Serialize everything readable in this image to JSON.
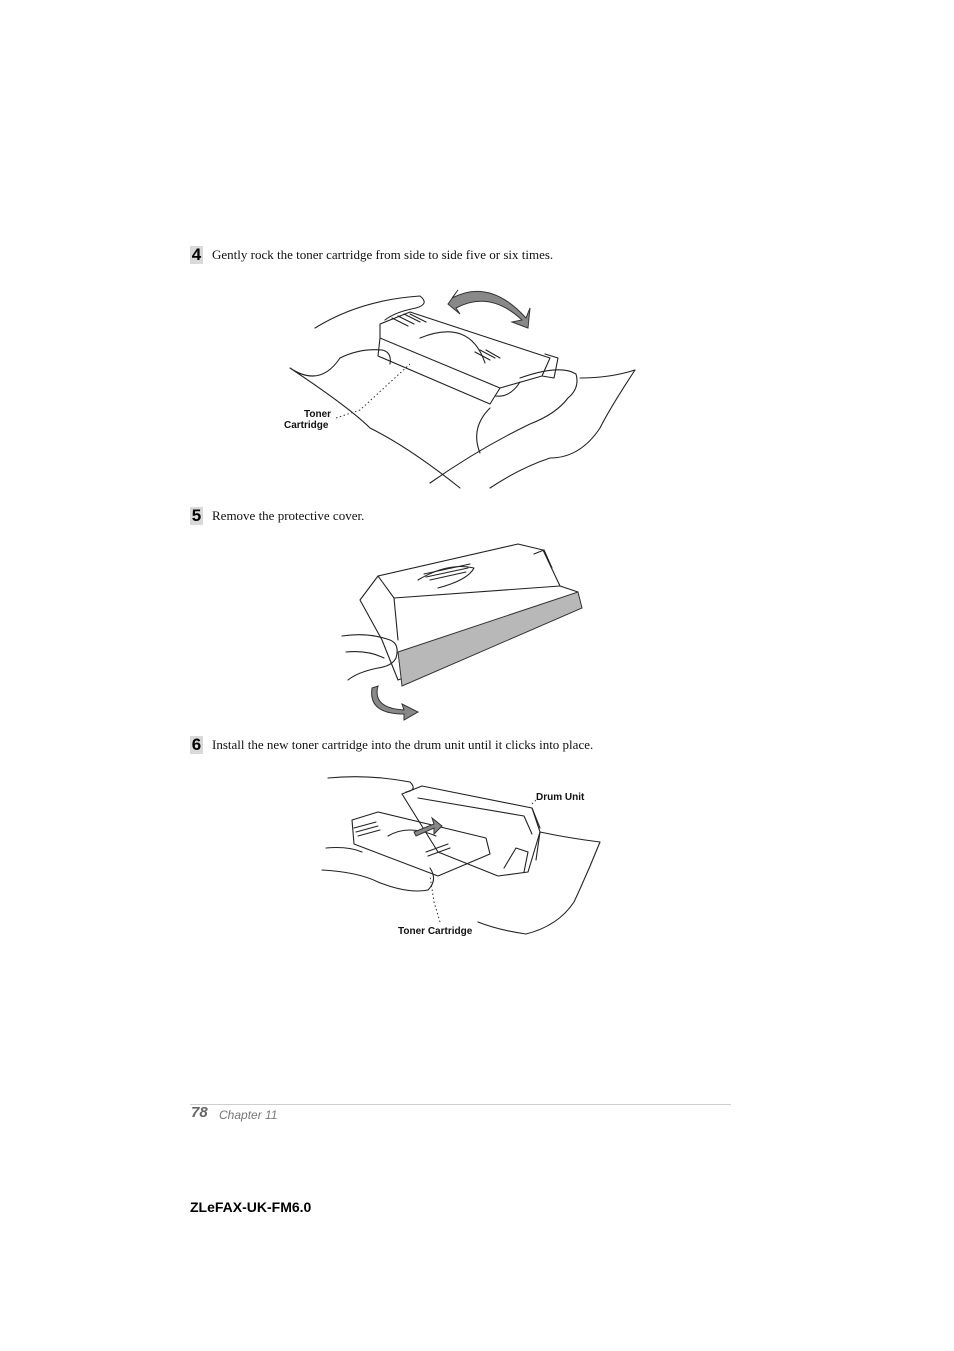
{
  "steps": [
    {
      "number": "4",
      "text": "Gently rock the toner cartridge from side to side five or six times."
    },
    {
      "number": "5",
      "text": "Remove the protective cover."
    },
    {
      "number": "6",
      "text": "Install the new toner cartridge into the drum unit until it clicks into place."
    }
  ],
  "figures": {
    "rock": {
      "label_line1": "Toner",
      "label_line2": "Cartridge"
    },
    "install": {
      "drum_label": "Drum Unit",
      "toner_label": "Toner Cartridge"
    }
  },
  "footer": {
    "page_number": "78",
    "chapter": "Chapter 11",
    "doc_code": "ZLeFAX-UK-FM6.0"
  }
}
